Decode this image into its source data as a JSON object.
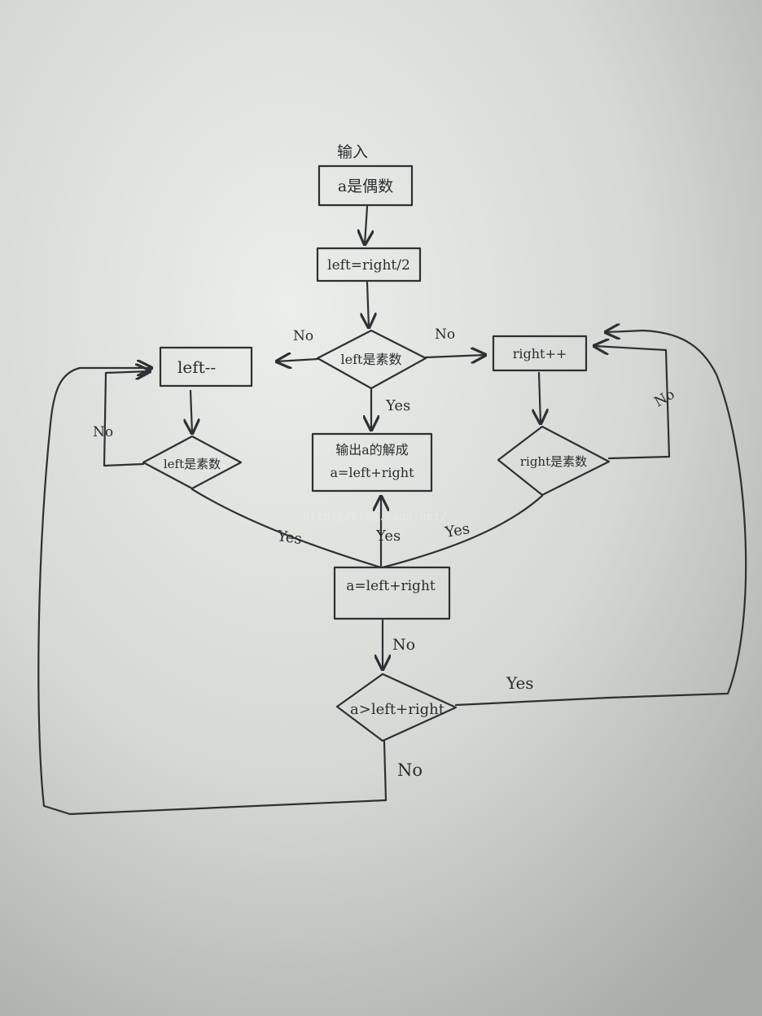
{
  "flowchart": {
    "input_label": "输入",
    "n1": "a是偶数",
    "n2": "left=right/2",
    "d1": "left是素数",
    "left_dec": "left--",
    "right_inc": "right++",
    "d_left": "left是素数",
    "d_right": "right是素数",
    "out_line1": "输出a的解成",
    "out_line2": "a=left+right",
    "n_check": "a=left+right",
    "d_final": "a>left+right"
  },
  "edges": {
    "d1_to_left": "No",
    "d1_to_right": "No",
    "d1_to_output": "Yes",
    "d_left_loop": "No",
    "d_right_loop": "No",
    "d_left_yes": "Yes",
    "output_yes": "Yes",
    "d_right_yes": "Yes",
    "check_no": "No",
    "final_yes": "Yes",
    "final_no": "No"
  },
  "watermark": "http://blog.csdn.net/"
}
